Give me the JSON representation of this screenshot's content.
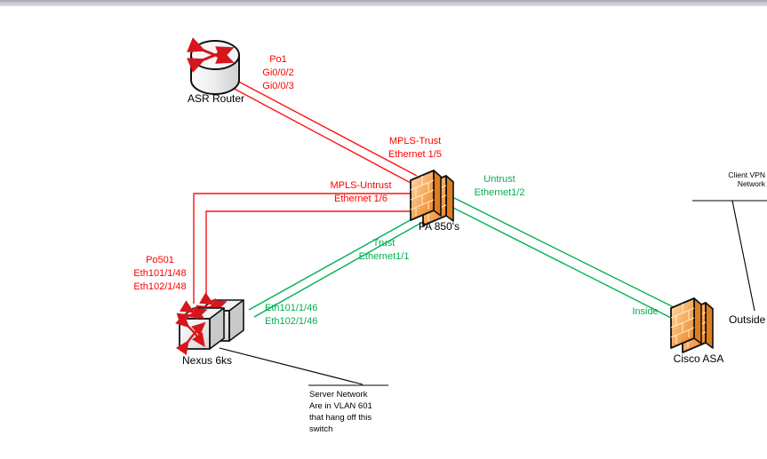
{
  "colors": {
    "link_red": "#FF0000",
    "link_green": "#00B050",
    "firewall_orange": "#F0892A",
    "icon_arrow_red": "#D6161D",
    "annotation_black": "#000000"
  },
  "nodes": {
    "asr_router": {
      "label": "ASR Router",
      "icon": "router-icon"
    },
    "pa_firewalls": {
      "label": "PA 850's",
      "icon": "firewall-icon"
    },
    "nexus_switches": {
      "label": "Nexus 6ks",
      "icon": "switch-icon"
    },
    "cisco_asa": {
      "label": "Cisco ASA",
      "icon": "firewall-icon"
    }
  },
  "connection_labels": {
    "asr_to_pa": {
      "color": "red",
      "lines": [
        "Po1",
        "Gi0/0/2",
        "Gi0/0/3"
      ]
    },
    "mpls_trust": {
      "color": "red",
      "lines": [
        "MPLS-Trust",
        "Ethernet 1/5"
      ]
    },
    "mpls_untrust": {
      "color": "red",
      "lines": [
        "MPLS-Untrust",
        "Ethernet 1/6"
      ]
    },
    "untrust": {
      "color": "green",
      "lines": [
        "Untrust",
        "Ethernet1/2"
      ]
    },
    "trust": {
      "color": "green",
      "lines": [
        "Trust",
        "Ethernet1/1"
      ]
    },
    "nexus_uplink": {
      "color": "red",
      "lines": [
        "Po501",
        "Eth101/1/48",
        "Eth102/1/48"
      ]
    },
    "nexus_to_pa": {
      "color": "green",
      "lines": [
        "Eth101/1/46",
        "Eth102/1/46"
      ]
    },
    "inside": {
      "color": "green",
      "lines": [
        "Inside"
      ]
    },
    "outside": {
      "color": "black",
      "lines": [
        "Outside"
      ]
    },
    "client_vpn": {
      "color": "black",
      "lines": [
        "Client VPN",
        "Network"
      ]
    }
  },
  "annotation": {
    "lines": [
      "Server Network",
      "Are in VLAN 601",
      "that hang off this",
      "switch"
    ]
  }
}
